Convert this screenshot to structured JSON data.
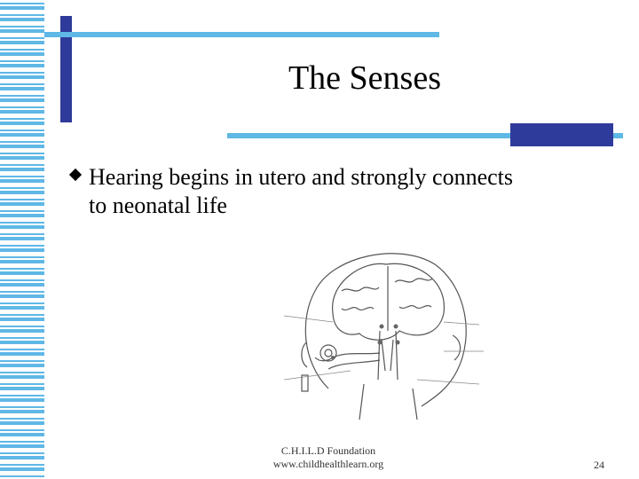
{
  "slide": {
    "title": "The Senses",
    "bullets": [
      {
        "text": "Hearing begins in utero and strongly connects to neonatal life"
      }
    ],
    "footer": {
      "line1": "C.H.I.L.D Foundation",
      "line2": "www.childhealthlearn.org"
    },
    "page_number": "24"
  },
  "colors": {
    "dark_blue": "#2f3b9a",
    "light_blue": "#5fb8e6"
  },
  "figure": {
    "icon": "brain-auditory-pathway-diagram"
  }
}
